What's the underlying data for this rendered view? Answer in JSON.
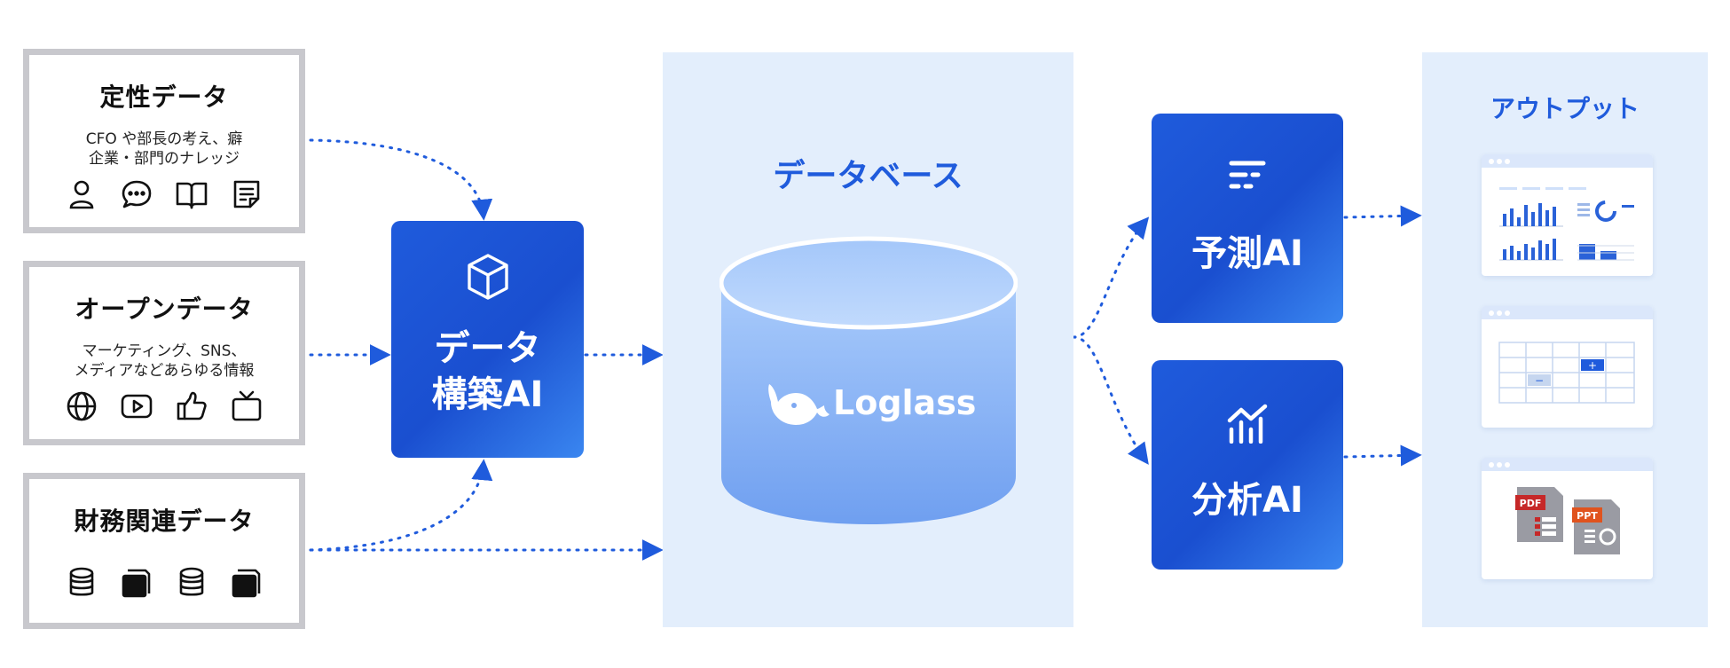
{
  "sources": {
    "qualitative": {
      "title": "定性データ",
      "desc_line1": "CFO や部長の考え、癖",
      "desc_line2": "企業・部門のナレッジ"
    },
    "open": {
      "title": "オープンデータ",
      "desc_line1": "マーケティング、SNS、",
      "desc_line2": "メディアなどあらゆる情報"
    },
    "finance": {
      "title": "財務関連データ"
    }
  },
  "build_ai": {
    "line1": "データ",
    "line2": "構築AI"
  },
  "database": {
    "title": "データベース",
    "logo_text": "Loglass"
  },
  "prediction_ai": {
    "label": "予測AI"
  },
  "analysis_ai": {
    "label": "分析AI"
  },
  "output": {
    "title": "アウトプット",
    "doc_badges": [
      "PDF",
      "PPT"
    ],
    "table_marks": [
      "+",
      "−"
    ]
  },
  "colors": {
    "accent": "#1f5bdc",
    "panel": "#e3eefc",
    "box_border": "#c8c8cd",
    "pdf_badge": "#c62828",
    "ppt_badge": "#e0531e"
  },
  "icons": {
    "qualitative": [
      "person-icon",
      "chat-bubble-icon",
      "open-book-icon",
      "note-icon"
    ],
    "open": [
      "globe-icon",
      "video-play-icon",
      "thumbs-up-icon",
      "tv-icon"
    ],
    "finance": [
      "database-icon",
      "folder-icon",
      "database-icon",
      "folder-icon"
    ],
    "build_ai": "cube-icon",
    "prediction_ai": "forecast-lines-icon",
    "analysis_ai": "growth-chart-icon",
    "logo": "whale-logo-icon"
  }
}
